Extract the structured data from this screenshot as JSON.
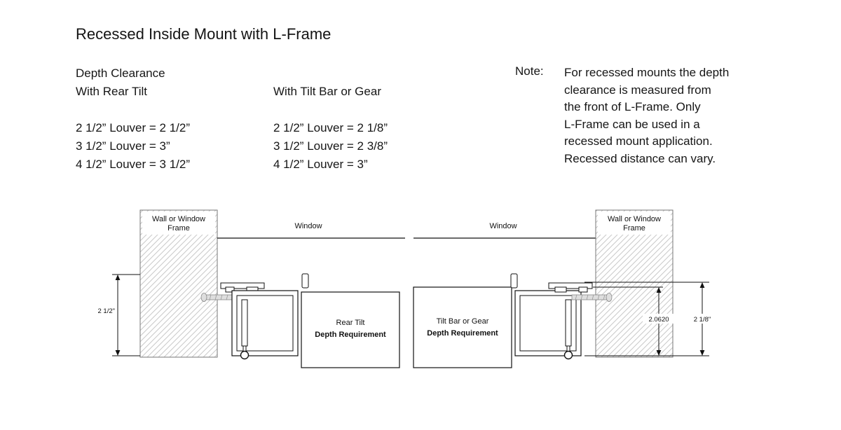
{
  "page": {
    "title": "Recessed Inside Mount with L-Frame"
  },
  "specs": {
    "rear_tilt": {
      "heading_line1": "Depth Clearance",
      "heading_line2": "With Rear Tilt",
      "rows": [
        "2 1/2” Louver = 2 1/2”",
        "3 1/2” Louver = 3”",
        "4 1/2” Louver = 3 1/2”"
      ]
    },
    "tilt_bar_gear": {
      "heading": "With Tilt Bar or Gear",
      "rows": [
        "2 1/2” Louver = 2 1/8”",
        "3 1/2” Louver = 2 3/8”",
        "4 1/2” Louver = 3”"
      ]
    }
  },
  "note": {
    "label": "Note:",
    "lines": [
      "For recessed mounts the depth",
      "clearance is measured from",
      "the front of L-Frame. Only",
      "L-Frame can be used in a",
      "recessed mount application.",
      "Recessed distance can vary."
    ]
  },
  "diagram_left": {
    "wall_label_line1": "Wall or Window",
    "wall_label_line2": "Frame",
    "window_label": "Window",
    "dimension_label": "2 1/2\"",
    "requirement_line1": "Rear Tilt",
    "requirement_line2": "Depth Requirement"
  },
  "diagram_right": {
    "window_label": "Window",
    "wall_label_line1": "Wall or Window",
    "wall_label_line2": "Frame",
    "requirement_line1": "Tilt Bar or Gear",
    "requirement_line2": "Depth Requirement",
    "dimension_inner_label": "2.0620",
    "dimension_outer_label": "2 1/8\""
  },
  "colors": {
    "background": "#ffffff",
    "line": "#111111",
    "hatch": "#c9c9c9",
    "screw_fill": "#dedede"
  }
}
